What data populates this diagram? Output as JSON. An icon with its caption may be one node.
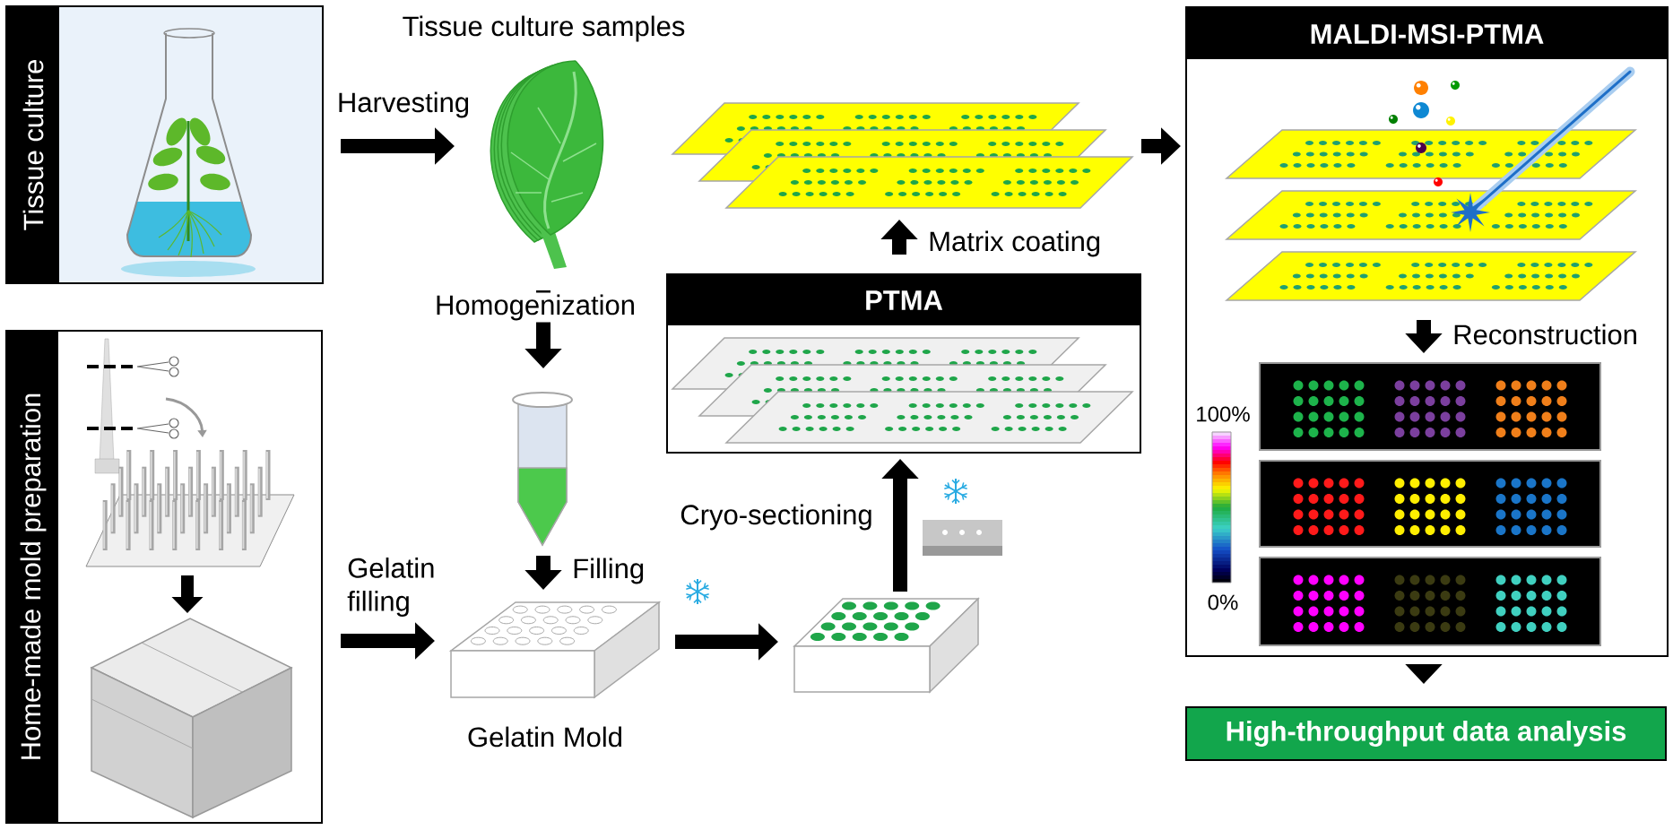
{
  "diagram": {
    "nodes": [
      {
        "text": [
          "Tissue culture"
        ]
      },
      {
        "text": [
          "Home-made mold preparation"
        ]
      },
      {
        "text": [
          "Tissue culture samples"
        ]
      },
      {
        "text": [],
        "shape": "picture"
      },
      {
        "text": [],
        "shape": "picture",
        "beside": [
          "Gelatin Mold"
        ]
      },
      {
        "text": [],
        "shape": "picture"
      },
      {
        "text": [
          "PTMA"
        ]
      },
      {
        "text": [],
        "shape": "picture"
      },
      {
        "text": [
          "MALDI-MSI-PTMA"
        ]
      },
      {
        "text": [],
        "shape": "picture",
        "in": 8
      },
      {
        "text": [],
        "shape": "picture",
        "in": 8
      },
      {
        "text": [
          "High-throughput data analysis"
        ]
      }
    ],
    "edges": [
      {
        "from": 0,
        "to": 2,
        "arrow": "to",
        "label": "Harvesting"
      },
      {
        "from": 2,
        "to": 3,
        "arrow": "to",
        "label": "Homogenization"
      },
      {
        "from": 3,
        "to": 4,
        "arrow": "to",
        "label": "Filling"
      },
      {
        "from": 1,
        "to": 4,
        "arrow": "to",
        "label": "Gelatin filling"
      },
      {
        "from": 4,
        "to": 5,
        "arrow": "to"
      },
      {
        "from": 5,
        "to": 6,
        "arrow": "to",
        "label": "Cryo-sectioning"
      },
      {
        "from": 6,
        "to": 7,
        "arrow": "to",
        "label": "Matrix coating"
      },
      {
        "from": 7,
        "to": 8,
        "arrow": "to"
      },
      {
        "from": 9,
        "to": 10,
        "arrow": "to",
        "label": "Reconstruction"
      },
      {
        "from": 8,
        "to": 11,
        "arrow": "to"
      }
    ],
    "labels": [
      "100%",
      "0%"
    ]
  }
}
